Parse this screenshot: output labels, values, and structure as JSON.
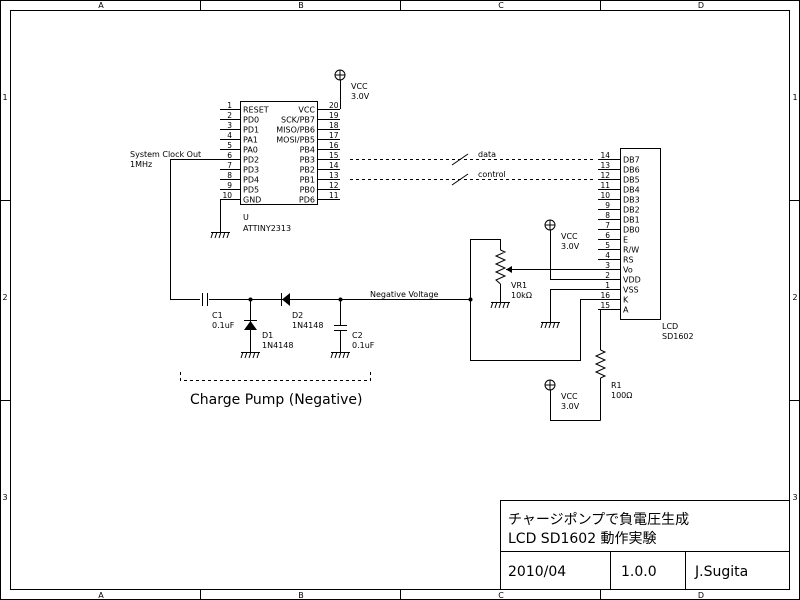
{
  "border": {
    "top_cols": [
      "A",
      "B",
      "C",
      "D"
    ],
    "bottom_cols": [
      "A",
      "B",
      "C",
      "D"
    ],
    "left_rows": [
      "1",
      "2",
      "3"
    ],
    "right_rows": [
      "1",
      "2",
      "3"
    ]
  },
  "title_block": {
    "title_line1": "チャージポンプで負電圧生成",
    "title_line2": "LCD SD1602 動作実験",
    "date": "2010/04",
    "version": "1.0.0",
    "author": "J.Sugita"
  },
  "mcu": {
    "ref": "U",
    "part": "ATTINY2313",
    "left_pins": [
      {
        "num": "1",
        "name": "RESET"
      },
      {
        "num": "2",
        "name": "PD0"
      },
      {
        "num": "3",
        "name": "PD1"
      },
      {
        "num": "4",
        "name": "PA1"
      },
      {
        "num": "5",
        "name": "PA0"
      },
      {
        "num": "6",
        "name": "PD2"
      },
      {
        "num": "7",
        "name": "PD3"
      },
      {
        "num": "8",
        "name": "PD4"
      },
      {
        "num": "9",
        "name": "PD5"
      },
      {
        "num": "10",
        "name": "GND"
      }
    ],
    "right_pins": [
      {
        "num": "20",
        "name": "VCC"
      },
      {
        "num": "19",
        "name": "SCK/PB7"
      },
      {
        "num": "18",
        "name": "MISO/PB6"
      },
      {
        "num": "17",
        "name": "MOSI/PB5"
      },
      {
        "num": "16",
        "name": "PB4"
      },
      {
        "num": "15",
        "name": "PB3"
      },
      {
        "num": "14",
        "name": "PB2"
      },
      {
        "num": "13",
        "name": "PB1"
      },
      {
        "num": "12",
        "name": "PB0"
      },
      {
        "num": "11",
        "name": "PD6"
      }
    ]
  },
  "lcd": {
    "ref": "LCD",
    "part": "SD1602",
    "pins": [
      {
        "num": "14",
        "name": "DB7"
      },
      {
        "num": "13",
        "name": "DB6"
      },
      {
        "num": "12",
        "name": "DB5"
      },
      {
        "num": "11",
        "name": "DB4"
      },
      {
        "num": "10",
        "name": "DB3"
      },
      {
        "num": "9",
        "name": "DB2"
      },
      {
        "num": "8",
        "name": "DB1"
      },
      {
        "num": "7",
        "name": "DB0"
      },
      {
        "num": "6",
        "name": "E"
      },
      {
        "num": "5",
        "name": "R/W"
      },
      {
        "num": "4",
        "name": "RS"
      },
      {
        "num": "3",
        "name": "Vo"
      },
      {
        "num": "2",
        "name": "VDD"
      },
      {
        "num": "1",
        "name": "VSS"
      },
      {
        "num": "16",
        "name": "K"
      },
      {
        "num": "15",
        "name": "A"
      }
    ]
  },
  "power": {
    "vcc_label": "VCC",
    "vcc_value": "3.0V"
  },
  "nets": {
    "data": "data",
    "control": "control",
    "clock_out_line1": "System Clock Out",
    "clock_out_line2": "1MHz",
    "negative_voltage": "Negative Voltage",
    "charge_pump": "Charge Pump (Negative)"
  },
  "parts": {
    "c1_ref": "C1",
    "c1_val": "0.1uF",
    "c2_ref": "C2",
    "c2_val": "0.1uF",
    "d1_ref": "D1",
    "d1_val": "1N4148",
    "d2_ref": "D2",
    "d2_val": "1N4148",
    "vr1_ref": "VR1",
    "vr1_val": "10kΩ",
    "r1_ref": "R1",
    "r1_val": "100Ω"
  }
}
